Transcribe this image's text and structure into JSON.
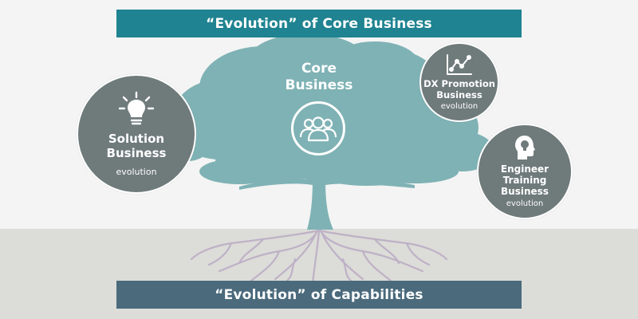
{
  "banners": {
    "top": "“Evolution” of Core Business",
    "bottom": "“Evolution” of Capabilities"
  },
  "core": {
    "line1": "Core",
    "line2": "Business"
  },
  "circles": {
    "solution": {
      "line1": "Solution",
      "line2": "Business",
      "sub": "evolution"
    },
    "dx": {
      "line1": "DX Promotion",
      "line2": "Business",
      "sub": "evolution"
    },
    "engineer": {
      "line1": "Engineer Training",
      "line2": "Business",
      "sub": "evolution"
    }
  },
  "icons": {
    "solution": "lightbulb-icon",
    "dx": "line-chart-icon",
    "engineer": "head-bulb-icon",
    "core": "people-group-icon"
  },
  "colors": {
    "banner_top": "#1f8391",
    "banner_bottom": "#4b6a7c",
    "tree": "#7fb2b5",
    "circle": "#6f7a7b",
    "roots": "#b9aac4",
    "ground": "#dcdcd8",
    "sky": "#f4f4f4"
  }
}
